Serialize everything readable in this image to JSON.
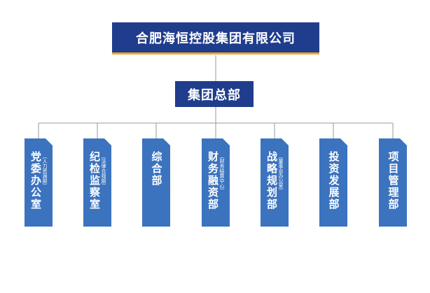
{
  "root": {
    "title": "合肥海恒控股集团有限公司"
  },
  "hq": {
    "title": "集团总部"
  },
  "departments": [
    {
      "name": "党委办公室",
      "note": "（人力资源部）"
    },
    {
      "name": "纪检监察室",
      "note": "（法律合规部）"
    },
    {
      "name": "综合部",
      "note": ""
    },
    {
      "name": "财务融资部",
      "note": "（财务结算中心）"
    },
    {
      "name": "战略规划部",
      "note": "（董事会办公室）"
    },
    {
      "name": "投资发展部",
      "note": ""
    },
    {
      "name": "项目管理部",
      "note": ""
    }
  ],
  "colors": {
    "primary": "#1f3d8c",
    "accent": "#f0a92e",
    "dept": "#3b73bf",
    "line": "#9a9a9a"
  }
}
